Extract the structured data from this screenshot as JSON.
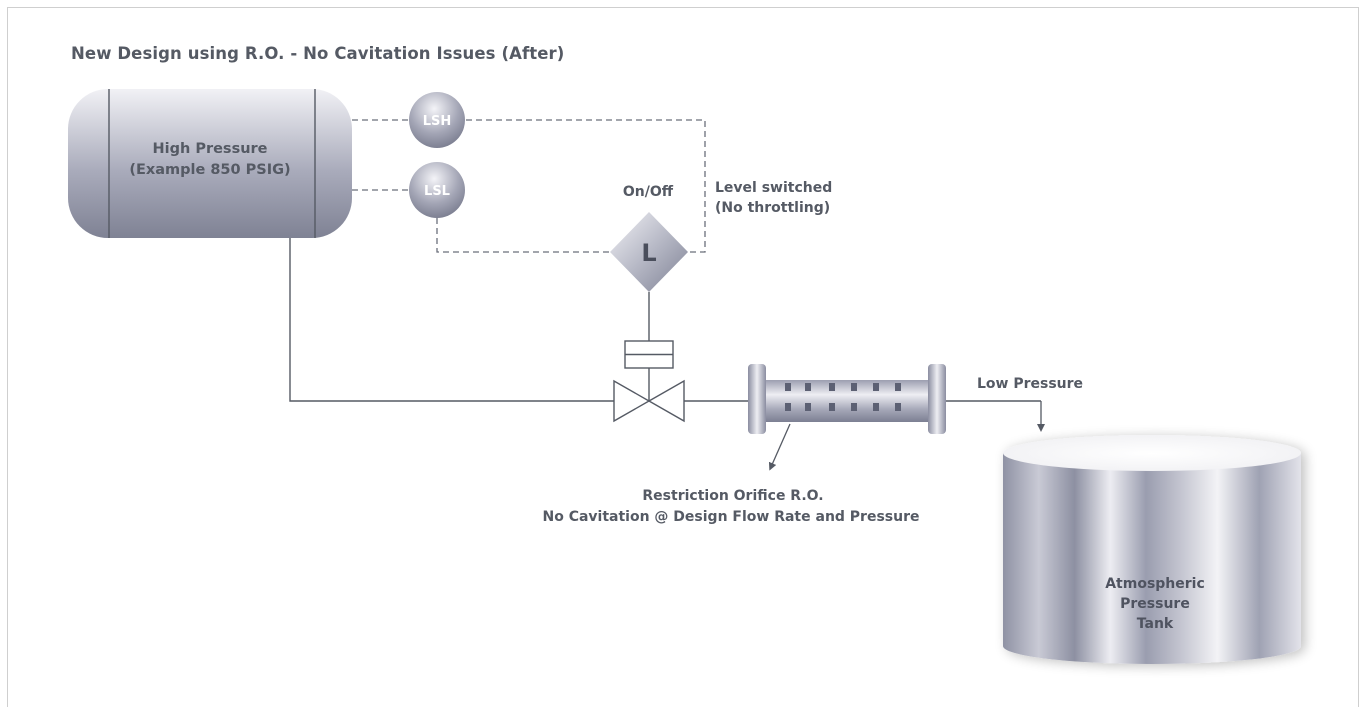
{
  "title": "New Design using R.O. - No Cavitation Issues (After)",
  "high_pressure_vessel": {
    "line1": "High Pressure",
    "line2": "(Example 850 PSIG)"
  },
  "switches": {
    "lsh": "LSH",
    "lsl": "LSL"
  },
  "level_valve": {
    "symbol": "L",
    "mode_label": "On/Off"
  },
  "level_note": {
    "line1": "Level switched",
    "line2": "(No throttling)"
  },
  "low_pressure_label": "Low Pressure",
  "restriction_orifice": {
    "line1": "Restriction Orifice R.O.",
    "line2": "No Cavitation @ Design Flow Rate and Pressure"
  },
  "tank": {
    "line1": "Atmospheric",
    "line2": "Pressure",
    "line3": "Tank"
  },
  "colors": {
    "text": "#555a64",
    "line": "#555a64",
    "metal_dark": "#7c7f92",
    "metal_light": "#eeeef3"
  }
}
